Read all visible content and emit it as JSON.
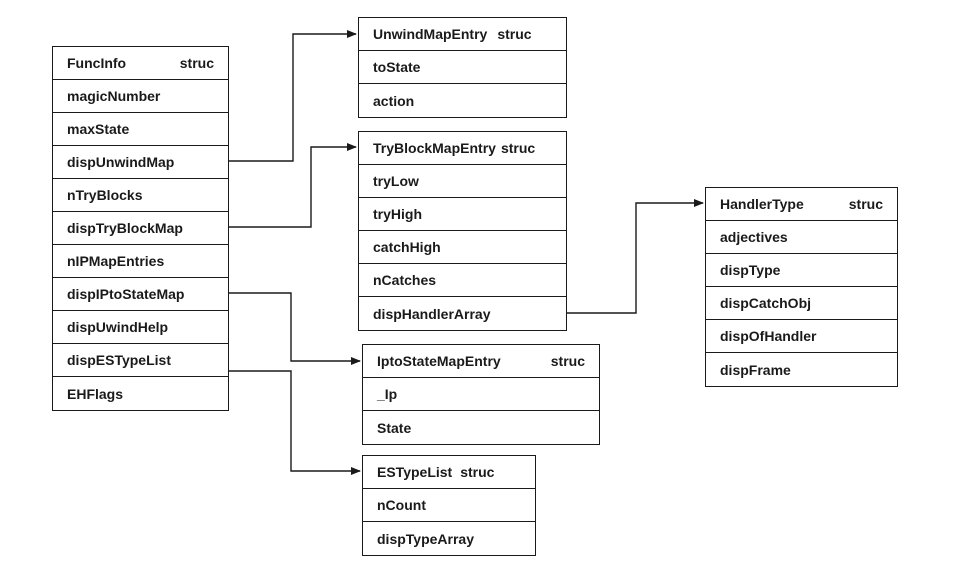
{
  "structs": {
    "funcinfo": {
      "name": "FuncInfo",
      "keyword": "struc",
      "fields": [
        "magicNumber",
        "maxState",
        "dispUnwindMap",
        "nTryBlocks",
        "dispTryBlockMap",
        "nIPMapEntries",
        "dispIPtoStateMap",
        "dispUwindHelp",
        "dispESTypeList",
        "EHFlags"
      ]
    },
    "unwind": {
      "name": "UnwindMapEntry",
      "keyword": "struc",
      "fields": [
        "toState",
        "action"
      ]
    },
    "tryblock": {
      "name": "TryBlockMapEntry",
      "keyword": "struc",
      "fields": [
        "tryLow",
        "tryHigh",
        "catchHigh",
        "nCatches",
        "dispHandlerArray"
      ]
    },
    "handler": {
      "name": "HandlerType",
      "keyword": "struc",
      "fields": [
        "adjectives",
        "dispType",
        "dispCatchObj",
        "dispOfHandler",
        "dispFrame"
      ]
    },
    "iptostate": {
      "name": "IptoStateMapEntry",
      "keyword": "struc",
      "fields": [
        "_Ip",
        "State"
      ]
    },
    "estype": {
      "name": "ESTypeList",
      "keyword": "struc",
      "fields": [
        "nCount",
        "dispTypeArray"
      ]
    }
  },
  "links": [
    {
      "from": "funcinfo.dispUnwindMap",
      "to": "unwind"
    },
    {
      "from": "funcinfo.dispTryBlockMap",
      "to": "tryblock"
    },
    {
      "from": "funcinfo.dispIPtoStateMap",
      "to": "iptostate"
    },
    {
      "from": "funcinfo.dispESTypeList",
      "to": "estype"
    },
    {
      "from": "tryblock.dispHandlerArray",
      "to": "handler"
    }
  ]
}
